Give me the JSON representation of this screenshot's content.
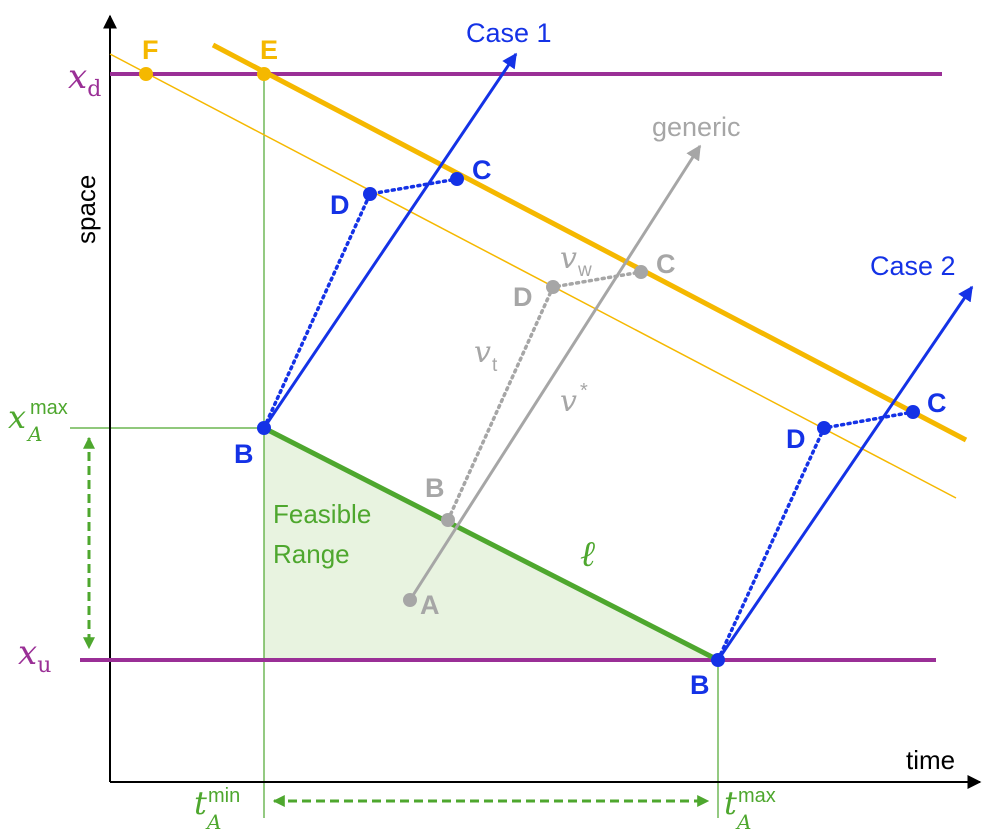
{
  "axes": {
    "x_label": "time",
    "y_label": "space"
  },
  "levels": {
    "x_d": {
      "base": "x",
      "sub": "d"
    },
    "x_u": {
      "base": "x",
      "sub": "u"
    },
    "x_A_max": {
      "base": "x",
      "sub": "A",
      "sup": "max"
    },
    "t_A_min": {
      "base": "t",
      "sub": "A",
      "sup": "min"
    },
    "t_A_max": {
      "base": "t",
      "sub": "A",
      "sup": "max"
    }
  },
  "region": {
    "line1": "Feasible",
    "line2": "Range",
    "boundary_label": "ℓ"
  },
  "trajectories": {
    "case1_label": "Case 1",
    "case2_label": "Case 2",
    "generic_label": "generic"
  },
  "speeds": {
    "v_w": {
      "base": "v",
      "sub": "w"
    },
    "v_t": {
      "base": "v",
      "sub": "t"
    },
    "v_star": {
      "base": "v",
      "sup": "*"
    }
  },
  "points": {
    "F": "F",
    "E": "E",
    "case1": {
      "B": "B",
      "C": "C",
      "D": "D"
    },
    "generic": {
      "A": "A",
      "B": "B",
      "C": "C",
      "D": "D"
    },
    "case2": {
      "B": "B",
      "C": "C",
      "D": "D"
    }
  },
  "colors": {
    "purple": "#9a2f96",
    "orange": "#f5b800",
    "blue": "#1432e6",
    "gray": "#a6a6a6",
    "green": "#4ea72e",
    "green_fill": "#e8f3e0",
    "black": "#000000"
  }
}
